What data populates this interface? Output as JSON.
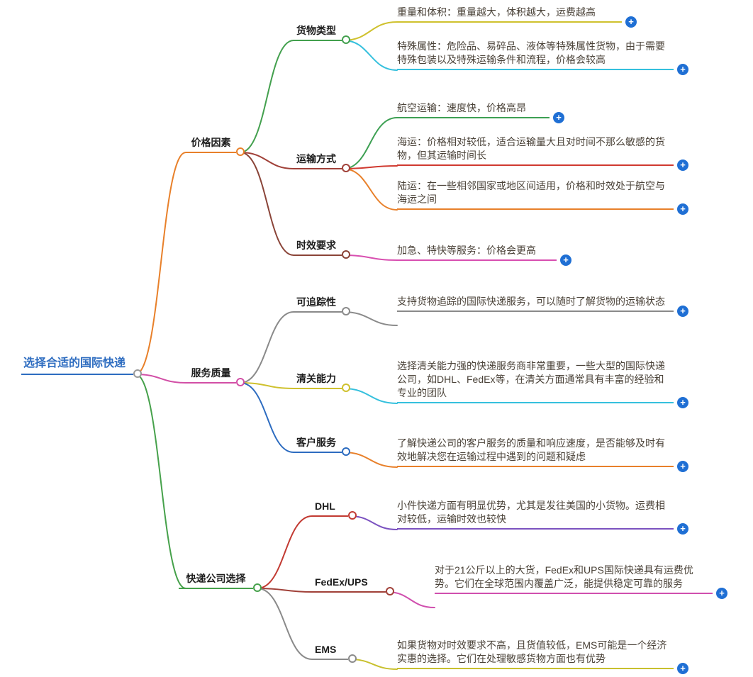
{
  "ui": {
    "plus": "+"
  },
  "palette": {
    "root_blue": "#2d6cc0",
    "plus_blue": "#1f6fd4",
    "orange": "#e8802a",
    "magenta": "#d24fa6",
    "green": "#46a14b",
    "yellow": "#cfc12e",
    "cyan": "#35c0dd",
    "red": "#d03a30",
    "dark_red": "#a04038",
    "brown": "#8a4438",
    "gray": "#8a8a8a",
    "purple": "#7b52c0",
    "pink": "#d84fb0"
  },
  "root": {
    "label": "选择合适的国际快递",
    "color": "#2d6cc0"
  },
  "branches": [
    {
      "label": "价格因素",
      "color": "#e8802a",
      "children": [
        {
          "label": "货物类型",
          "color": "#43a04e",
          "leaves": [
            {
              "text": "重量和体积：重量越大，体积越大，运费越高",
              "color": "#cfc12e"
            },
            {
              "text": "特殊属性：危险品、易碎品、液体等特殊属性货物，由于需要特殊包装以及特殊运输条件和流程，价格会较高",
              "color": "#35c0dd"
            }
          ]
        },
        {
          "label": "运输方式",
          "color": "#a04038",
          "leaves": [
            {
              "text": "航空运输：速度快，价格高昂",
              "color": "#3da053"
            },
            {
              "text": "海运：价格相对较低，适合运输量大且对时间不那么敏感的货物，但其运输时间长",
              "color": "#d03a30"
            },
            {
              "text": "陆运：在一些相邻国家或地区间适用，价格和时效处于航空与海运之间",
              "color": "#e8802a"
            }
          ]
        },
        {
          "label": "时效要求",
          "color": "#8a4438",
          "leaves": [
            {
              "text": "加急、特快等服务：价格会更高",
              "color": "#d84fb0"
            }
          ]
        }
      ]
    },
    {
      "label": "服务质量",
      "color": "#d24fa6",
      "children": [
        {
          "label": "可追踪性",
          "color": "#8a8a8a",
          "leaves": [
            {
              "text": "支持货物追踪的国际快递服务，可以随时了解货物的运输状态",
              "color": "#8a8a8a"
            }
          ]
        },
        {
          "label": "清关能力",
          "color": "#cfc12e",
          "leaves": [
            {
              "text": "选择清关能力强的快递服务商非常重要，一些大型的国际快递公司，如DHL、FedEx等，在清关方面通常具有丰富的经验和专业的团队",
              "color": "#35c0dd"
            }
          ]
        },
        {
          "label": "客户服务",
          "color": "#2d6cc0",
          "leaves": [
            {
              "text": "了解快递公司的客户服务的质量和响应速度，是否能够及时有效地解决您在运输过程中遇到的问题和疑虑",
              "color": "#e8802a"
            }
          ]
        }
      ]
    },
    {
      "label": "快递公司选择",
      "color": "#46a14b",
      "children": [
        {
          "label": "DHL",
          "color": "#c23a32",
          "leaves": [
            {
              "text": "小件快递方面有明显优势，尤其是发往美国的小货物。运费相对较低，运输时效也较快",
              "color": "#7b52c0"
            }
          ]
        },
        {
          "label": "FedEx/UPS",
          "color": "#a04038",
          "leaves": [
            {
              "text": "对于21公斤以上的大货，FedEx和UPS国际快递具有运费优势。它们在全球范围内覆盖广泛，能提供稳定可靠的服务",
              "color": "#d04fae"
            }
          ]
        },
        {
          "label": "EMS",
          "color": "#8a8a8a",
          "leaves": [
            {
              "text": "如果货物对时效要求不高，且货值较低，EMS可能是一个经济实惠的选择。它们在处理敏感货物方面也有优势",
              "color": "#c8c02e"
            }
          ]
        }
      ]
    }
  ]
}
